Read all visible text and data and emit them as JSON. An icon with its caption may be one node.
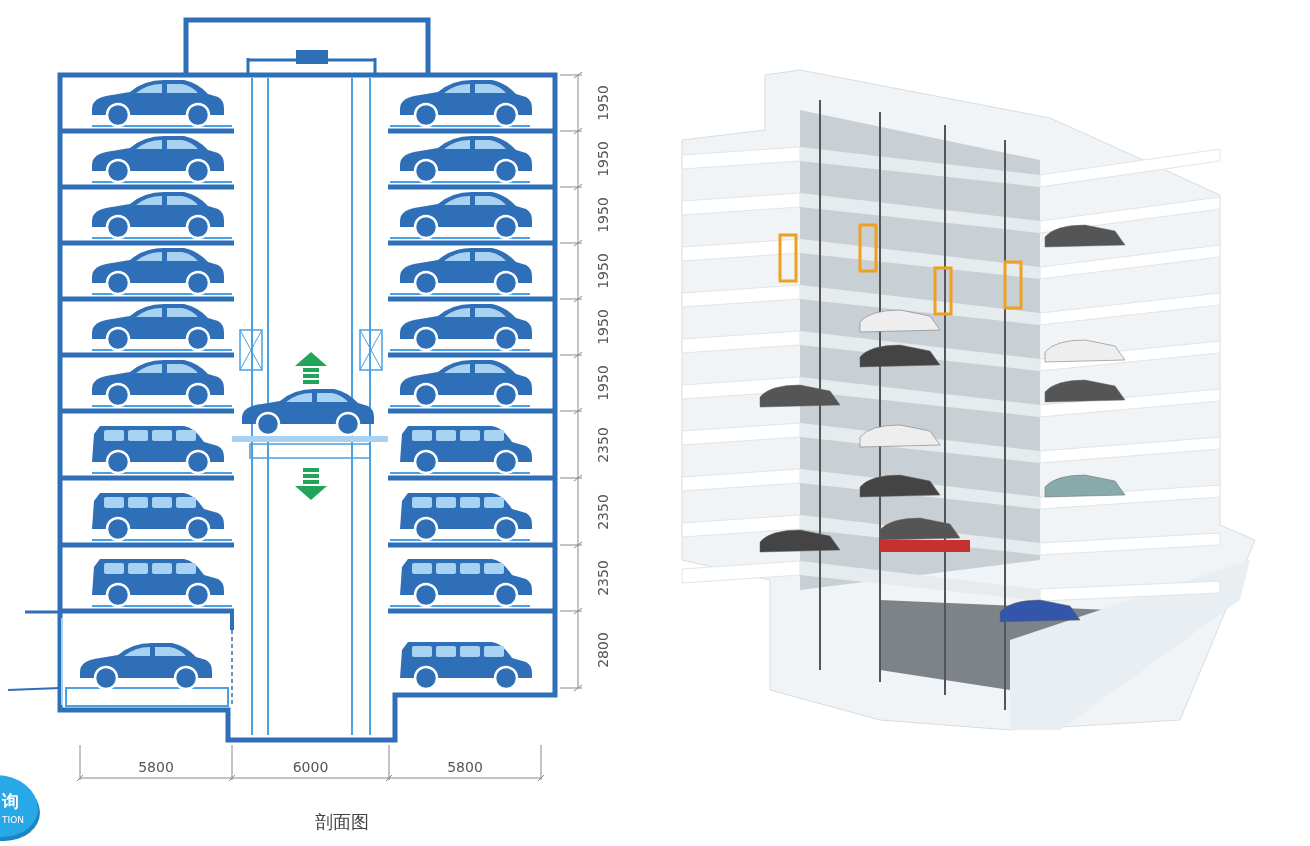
{
  "diagram": {
    "caption": "剖面图",
    "labels": [
      "1950",
      "1950",
      "1950",
      "1950",
      "1950",
      "1950",
      "2350",
      "2350",
      "2350",
      "2800",
      "5800",
      "6000",
      "5800",
      "询",
      "TION"
    ]
  }
}
